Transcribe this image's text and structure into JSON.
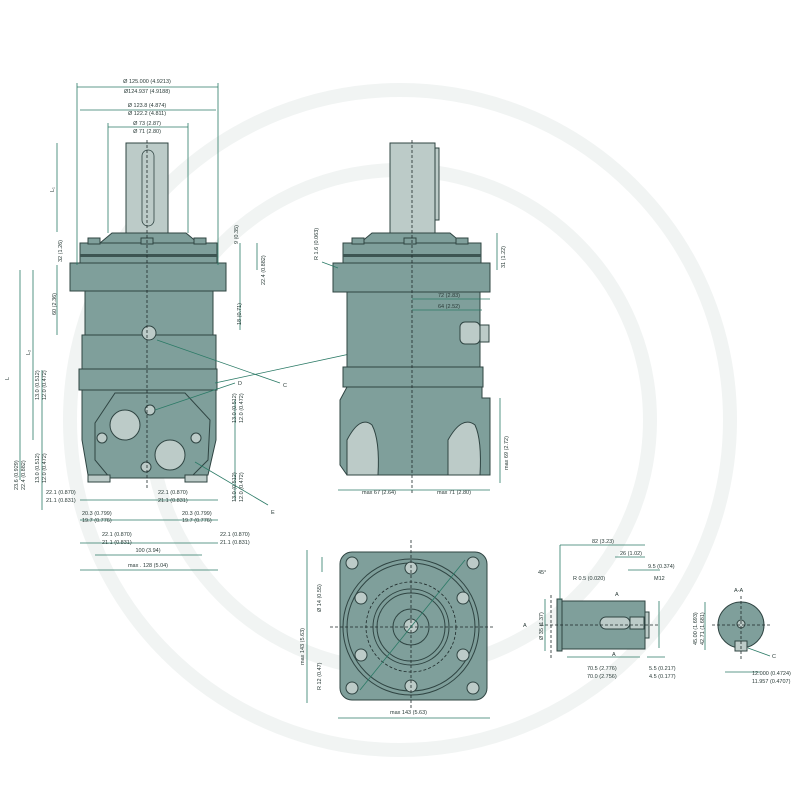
{
  "front_view": {
    "dims": {
      "d125_max": "Ø 125.000 (4.9213)",
      "d125_min": "Ø124.937 (4.9188)",
      "d123_max": "Ø 123.8 (4.874)",
      "d123_min": "Ø 122.2 (4.811)",
      "d73": "Ø 73 (2.87)",
      "d71": "Ø 71 (2.80)",
      "L1": "L₁",
      "L2": "L₂",
      "L": "L",
      "h32": "32 (1.26)",
      "h9": "9 (0.35)",
      "h22": "22.4 (0.882)",
      "h18": "18 (0.71)",
      "h60": "60 (2.36)",
      "p13a": "13.0 (0.512)",
      "p12a": "12.0 (0.472)",
      "p13b": "13.0 (0.512)",
      "p12b": "12.0 (0.472)",
      "p13c": "13.0 (0.512)",
      "p12c": "12.0 (0.472)",
      "p13d": "13.0 (0.512)",
      "p12d": "12.0 (0.472)",
      "h23": "23.6 (0.929)",
      "h22b": "22.4 (0.882)",
      "w22a": "22.1 (0.870)",
      "w21a": "21.1 (0.831)",
      "w22b": "22.1 (0.870)",
      "w21b": "21.1 (0.831)",
      "w20a": "20.3 (0.799)",
      "w19a": "19.7 (0.776)",
      "w20b": "20.3 (0.799)",
      "w19b": "19.7 (0.776)",
      "w22c": "22.1 (0.870)",
      "w21c": "21.1 (0.831)",
      "w22d": "22.1 (0.870)",
      "w21d": "21.1 (0.831)",
      "w100": "100 (3.94)",
      "w128": "max . 128 (5.04)"
    },
    "callouts": {
      "c": "C",
      "d": "D",
      "e": "E"
    }
  },
  "side_view": {
    "dims": {
      "r16": "R 1.6 (0.063)",
      "h31": "31 (1.22)",
      "w72": "72 (2.83)",
      "w64": "64 (2.52)",
      "h69": "max 69 (2.72)",
      "w67": "max 67 (2.64)",
      "w71": "max  71 (2.80)"
    }
  },
  "flange_view": {
    "dims": {
      "h143": "max 143 (5.63)",
      "w143": "max 143 (5.63)",
      "d14": "Ø 14 (0.55)",
      "r12": "R 12 (0.47)"
    }
  },
  "shaft_view": {
    "dims": {
      "l82": "82 (3.23)",
      "l26": "26 (1.02)",
      "l95": "9.5 (0.374)",
      "angle": "45°",
      "r05": "R 0.5 (0.020)",
      "m12": "M12",
      "d35": "Ø 35 (1.37)",
      "l705": "70.5 (2.776)",
      "l700": "70.0 (2.756)",
      "l55": "5.5 (0.217)",
      "l45": "4.5 (0.177)",
      "side_a": "A",
      "sec_a1": "A",
      "sec_a2": "A"
    }
  },
  "section_view": {
    "title": "A-A",
    "dims": {
      "h45": "45.00 (1.693)",
      "h42": "42.71 (1.681)",
      "k12max": "12.000 (0.4724)",
      "k12min": "11.957 (0.4707)",
      "c": "C"
    }
  }
}
